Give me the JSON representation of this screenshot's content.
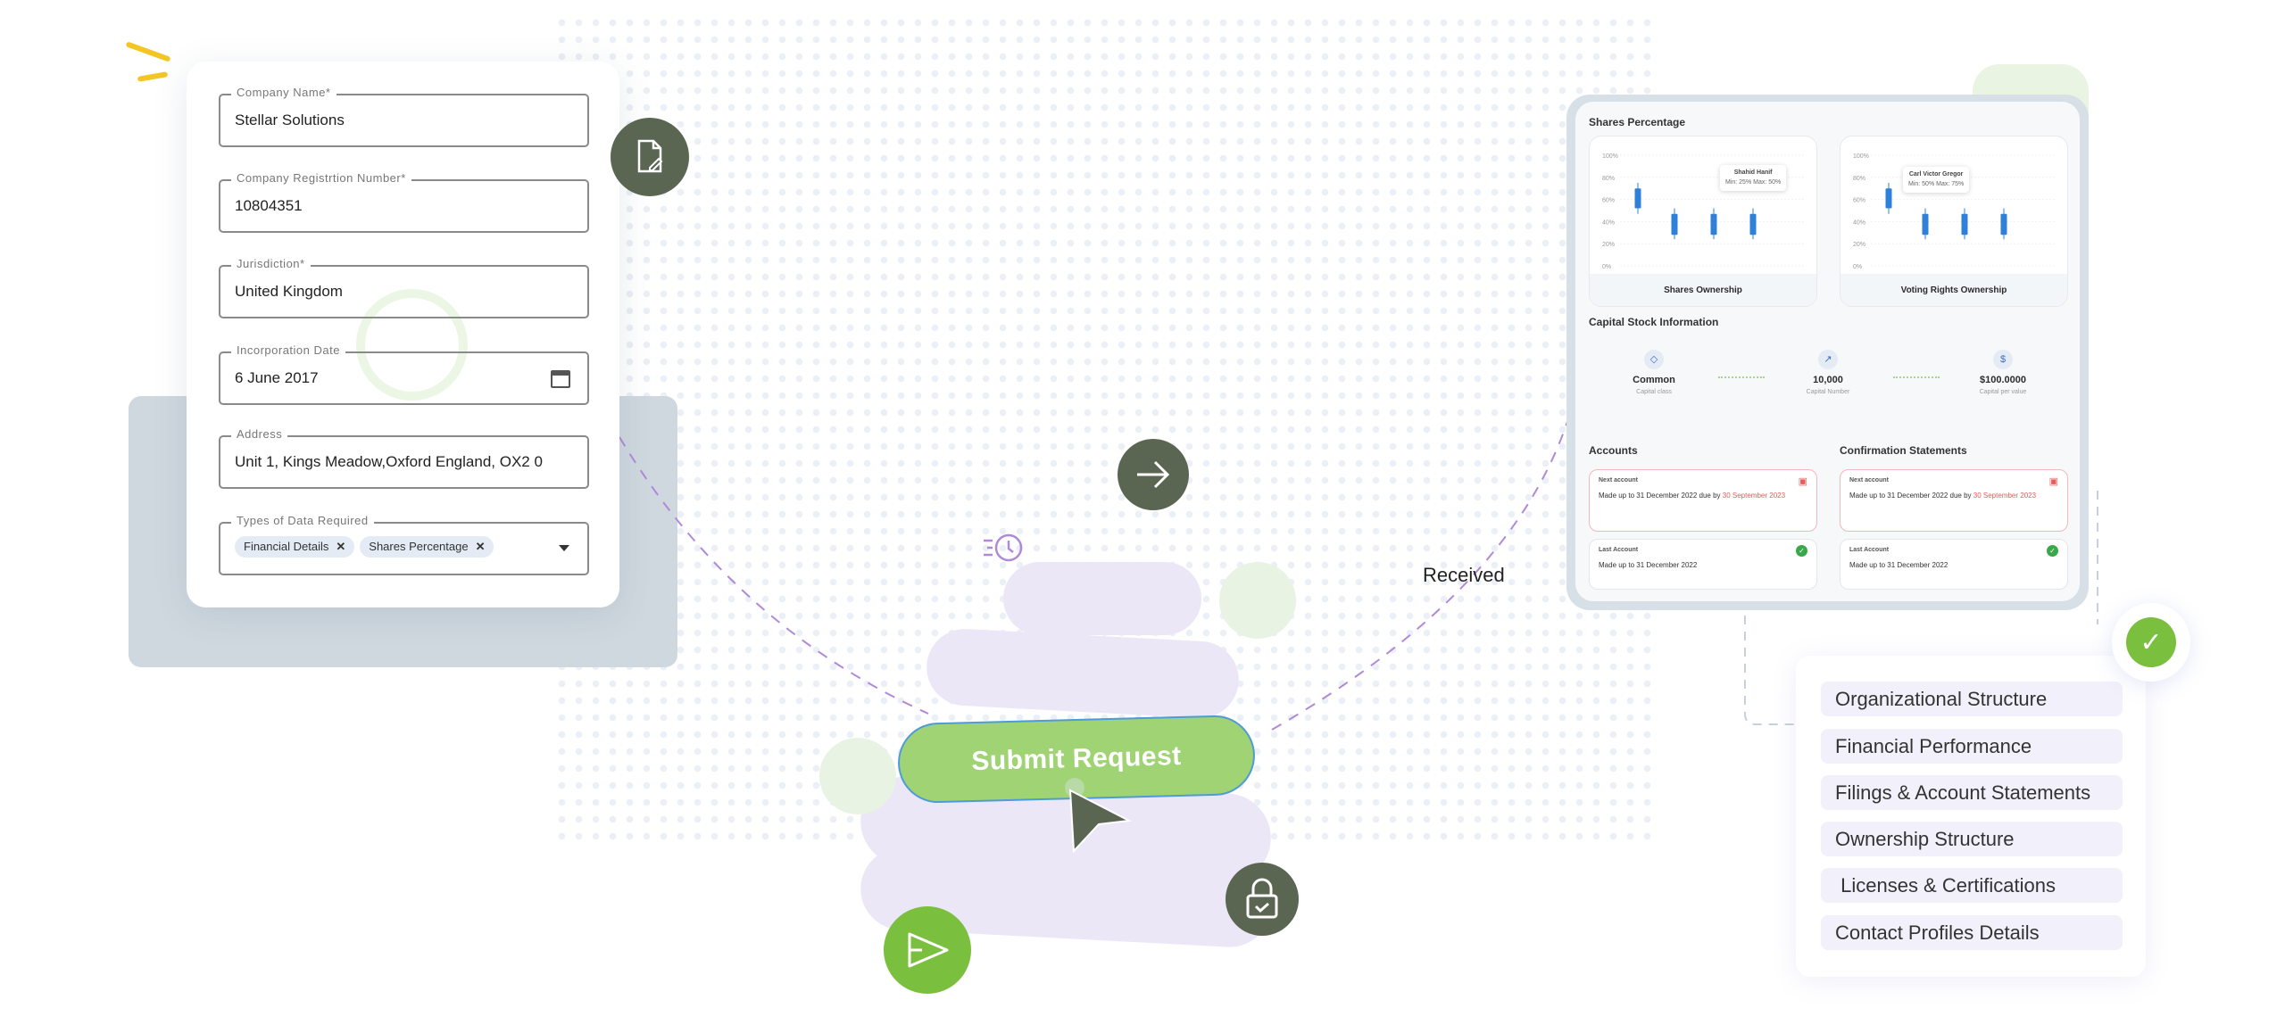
{
  "form": {
    "fields": [
      {
        "label": "Company Name*",
        "value": "Stellar Solutions"
      },
      {
        "label": "Company Registrtion Number*",
        "value": "10804351"
      },
      {
        "label": "Jurisdiction*",
        "value": "United Kingdom"
      },
      {
        "label": "Incorporation Date",
        "value": "6 June 2017"
      },
      {
        "label": "Address",
        "value": "Unit 1, Kings Meadow,Oxford England, OX2 0"
      }
    ],
    "types_label": "Types of Data Required",
    "chips": [
      "Financial Details",
      "Shares Percentage"
    ]
  },
  "submit_label": "Submit Request",
  "received_label": "Received",
  "dashboard": {
    "title": "Shares Percentage",
    "charts": [
      {
        "title": "Shares Ownership",
        "yticks": [
          "100%",
          "80%",
          "60%",
          "40%",
          "20%",
          "0%"
        ],
        "candles": [
          {
            "low": 47,
            "open": 52,
            "close": 70,
            "high": 75
          },
          {
            "low": 24,
            "open": 28,
            "close": 47,
            "high": 52
          },
          {
            "low": 24,
            "open": 28,
            "close": 47,
            "high": 52
          },
          {
            "low": 24,
            "open": 28,
            "close": 47,
            "high": 52
          }
        ],
        "tooltip": {
          "name": "Shahid Hanif",
          "text": "Min: 25%  Max: 50%"
        }
      },
      {
        "title": "Voting Rights Ownership",
        "yticks": [
          "100%",
          "80%",
          "60%",
          "40%",
          "20%",
          "0%"
        ],
        "candles": [
          {
            "low": 47,
            "open": 52,
            "close": 70,
            "high": 75
          },
          {
            "low": 24,
            "open": 28,
            "close": 47,
            "high": 52
          },
          {
            "low": 24,
            "open": 28,
            "close": 47,
            "high": 52
          },
          {
            "low": 24,
            "open": 28,
            "close": 47,
            "high": 52
          }
        ],
        "tooltip": {
          "name": "Carl Victor Gregor",
          "text": "Min: 50%  Max: 75%"
        }
      }
    ],
    "capital_title": "Capital Stock Information",
    "capital": [
      {
        "value": "Common",
        "label": "Capital class",
        "icon": "tag-icon"
      },
      {
        "value": "10,000",
        "label": "Capital Number",
        "icon": "trend-icon"
      },
      {
        "value": "$100.0000",
        "label": "Capital per value",
        "icon": "dollar-icon"
      }
    ],
    "sections": [
      {
        "title": "Accounts",
        "next_label": "Next account",
        "next_text": "Made up to 31 December 2022 due by ",
        "next_due": "30 September 2023",
        "last_label": "Last Account",
        "last_text": "Made up to 31 December 2022"
      },
      {
        "title": "Confirmation Statements",
        "next_label": "Next account",
        "next_text": "Made up to 31 December 2022 due by ",
        "next_due": "30 September 2023",
        "last_label": "Last Account",
        "last_text": "Made up to 31 December 2022"
      }
    ]
  },
  "deliverables": [
    "Organizational Structure",
    "Financial Performance",
    "Filings & Account Statements",
    "Ownership Structure",
    " Licenses & Certifications",
    "Contact Profiles Details"
  ],
  "colors": {
    "dark_green": "#5a6652",
    "green": "#7bbf3f",
    "button": "#9fd373",
    "candle": "#2f80d8",
    "purple": "#b08ad8"
  }
}
